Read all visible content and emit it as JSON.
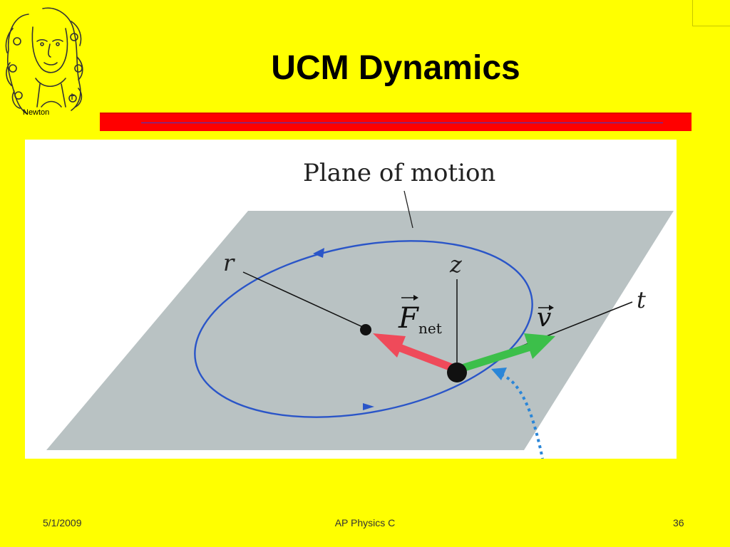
{
  "slide": {
    "title": "UCM Dynamics",
    "logo_caption": "Newton"
  },
  "diagram": {
    "plane_label": "Plane of motion",
    "axis_r": "r",
    "axis_z": "z",
    "axis_t": "t",
    "force_symbol": "F",
    "force_subscript": "net",
    "velocity_symbol": "v",
    "colors": {
      "plane": "#b9c2c3",
      "orbit": "#2a55c8",
      "force_arrow": "#ef4a5a",
      "velocity_arrow": "#3cbf4a",
      "path_dotted": "#2a86d8"
    }
  },
  "footer": {
    "date": "5/1/2009",
    "course": "AP Physics C",
    "page_number": "36"
  }
}
